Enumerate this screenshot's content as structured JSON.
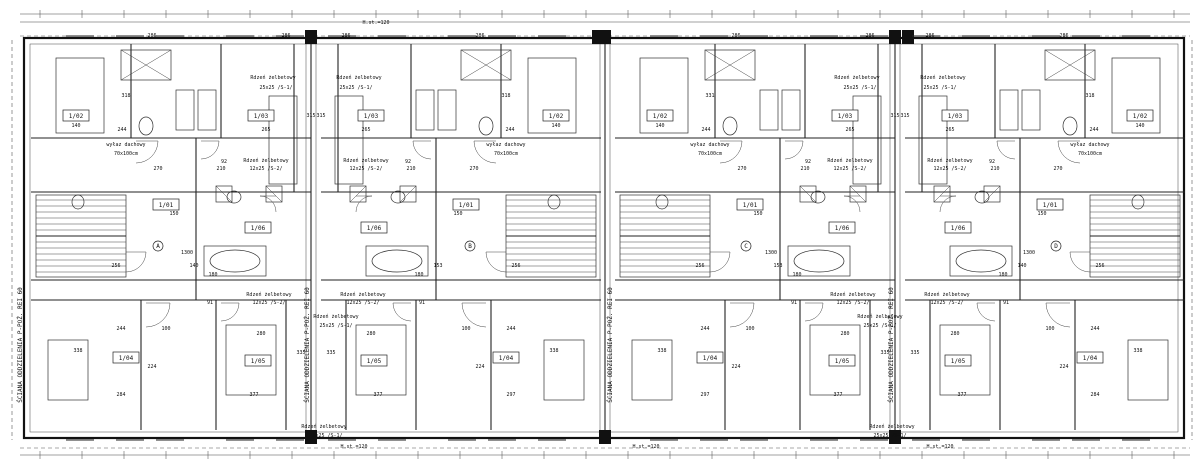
{
  "units": [
    {
      "mirror": false,
      "rooms": [
        {
          "id": "1/01",
          "area": "",
          "sx": 140,
          "sy": 207
        },
        {
          "id": "1/02",
          "area": "",
          "sx": 50,
          "sy": 118
        },
        {
          "id": "1/03",
          "area": "",
          "sx": 235,
          "sy": 118
        },
        {
          "id": "1/04",
          "area": "",
          "sx": 100,
          "sy": 360
        },
        {
          "id": "1/05",
          "area": "",
          "sx": 232,
          "sy": 363
        },
        {
          "id": "1/06",
          "area": "",
          "sx": 232,
          "sy": 230
        }
      ],
      "labels": [
        {
          "text": "wyłaz dachowy",
          "sx": 100,
          "sy": 146
        },
        {
          "text": "70x100cm",
          "sx": 100,
          "sy": 155
        },
        {
          "text": "Rdzeń żelbetowy",
          "sx": 240,
          "sy": 162
        },
        {
          "text": "12x25 /S-2/",
          "sx": 240,
          "sy": 170
        },
        {
          "text": "Rdzeń żelbetowy",
          "sx": 247,
          "sy": 79
        },
        {
          "text": "25x25 /S-1/",
          "sx": 250,
          "sy": 89
        },
        {
          "text": "Rdzeń żelbetowy",
          "sx": 243,
          "sy": 296
        },
        {
          "text": "12x25 /S-2/",
          "sx": 243,
          "sy": 304
        },
        {
          "text": "Rdzeń żelbetowy",
          "sx": 298,
          "sy": 428
        },
        {
          "text": "25x25 /S-1/",
          "sx": 300,
          "sy": 437
        }
      ],
      "dims": [
        {
          "t": "318",
          "sx": 100,
          "sy": 97
        },
        {
          "t": "244",
          "sx": 96,
          "sy": 131
        },
        {
          "t": "244",
          "sx": 95,
          "sy": 330
        },
        {
          "t": "284",
          "sx": 95,
          "sy": 396
        },
        {
          "t": "377",
          "sx": 228,
          "sy": 396
        },
        {
          "t": "265",
          "sx": 240,
          "sy": 131
        },
        {
          "t": "280",
          "sx": 235,
          "sy": 335
        },
        {
          "t": "256",
          "sx": 90,
          "sy": 267
        },
        {
          "t": "140",
          "sx": 168,
          "sy": 267
        },
        {
          "t": "140",
          "sx": 50,
          "sy": 127
        },
        {
          "t": "224",
          "sx": 126,
          "sy": 368
        },
        {
          "t": "338",
          "sx": 52,
          "sy": 352
        },
        {
          "t": "315",
          "sx": 285,
          "sy": 117
        },
        {
          "t": "335",
          "sx": 305,
          "sy": 354
        },
        {
          "t": "92",
          "sx": 198,
          "sy": 163
        },
        {
          "t": "270",
          "sx": 132,
          "sy": 170
        },
        {
          "t": "210",
          "sx": 195,
          "sy": 170
        },
        {
          "t": "150",
          "sx": 148,
          "sy": 215
        },
        {
          "t": "180",
          "sx": 187,
          "sy": 276
        },
        {
          "t": "1300",
          "sx": 161,
          "sy": 254
        },
        {
          "t": "91",
          "sx": 184,
          "sy": 304
        },
        {
          "t": "100",
          "sx": 140,
          "sy": 330
        }
      ],
      "top_marks": [
        {
          "t": "286",
          "sx": 126,
          "sy": 37
        },
        {
          "t": "286",
          "sx": 260,
          "sy": 37
        },
        {
          "t": "H.st.=120",
          "sx": 350,
          "sy": 24
        }
      ]
    },
    {
      "mirror": true,
      "rooms": [
        {
          "id": "1/01",
          "area": "",
          "sx": 140,
          "sy": 207
        },
        {
          "id": "1/02",
          "area": "",
          "sx": 50,
          "sy": 118
        },
        {
          "id": "1/03",
          "area": "",
          "sx": 235,
          "sy": 118
        },
        {
          "id": "1/04",
          "area": "",
          "sx": 100,
          "sy": 360
        },
        {
          "id": "1/05",
          "area": "",
          "sx": 232,
          "sy": 363
        },
        {
          "id": "1/06",
          "area": "",
          "sx": 232,
          "sy": 230
        }
      ],
      "labels": [
        {
          "text": "wyłaz dachowy",
          "sx": 100,
          "sy": 146
        },
        {
          "text": "70x100cm",
          "sx": 100,
          "sy": 155
        },
        {
          "text": "Rdzeń żelbetowy",
          "sx": 240,
          "sy": 162
        },
        {
          "text": "12x25 /S-2/",
          "sx": 240,
          "sy": 170
        },
        {
          "text": "Rdzeń żelbetowy",
          "sx": 247,
          "sy": 79
        },
        {
          "text": "25x25 /S-1/",
          "sx": 250,
          "sy": 89
        },
        {
          "text": "Rdzeń żelbetowy",
          "sx": 243,
          "sy": 296
        },
        {
          "text": "12x25 /S-2/",
          "sx": 243,
          "sy": 304
        },
        {
          "text": "Rdzeń żelbetowy",
          "sx": 270,
          "sy": 318
        },
        {
          "text": "25x25 /S-1/",
          "sx": 270,
          "sy": 327
        }
      ],
      "dims": [
        {
          "t": "318",
          "sx": 100,
          "sy": 97
        },
        {
          "t": "244",
          "sx": 96,
          "sy": 131
        },
        {
          "t": "244",
          "sx": 95,
          "sy": 330
        },
        {
          "t": "297",
          "sx": 95,
          "sy": 396
        },
        {
          "t": "377",
          "sx": 228,
          "sy": 396
        },
        {
          "t": "265",
          "sx": 240,
          "sy": 131
        },
        {
          "t": "280",
          "sx": 235,
          "sy": 335
        },
        {
          "t": "256",
          "sx": 90,
          "sy": 267
        },
        {
          "t": "153",
          "sx": 168,
          "sy": 267
        },
        {
          "t": "140",
          "sx": 50,
          "sy": 127
        },
        {
          "t": "224",
          "sx": 126,
          "sy": 368
        },
        {
          "t": "338",
          "sx": 52,
          "sy": 352
        },
        {
          "t": "315",
          "sx": 285,
          "sy": 117
        },
        {
          "t": "335",
          "sx": 305,
          "sy": 354
        },
        {
          "t": "92",
          "sx": 198,
          "sy": 163
        },
        {
          "t": "270",
          "sx": 132,
          "sy": 170
        },
        {
          "t": "210",
          "sx": 195,
          "sy": 170
        },
        {
          "t": "150",
          "sx": 148,
          "sy": 215
        },
        {
          "t": "180",
          "sx": 187,
          "sy": 276
        },
        {
          "t": "91",
          "sx": 184,
          "sy": 304
        },
        {
          "t": "100",
          "sx": 140,
          "sy": 330
        }
      ],
      "top_marks": [
        {
          "t": "286",
          "sx": 126,
          "sy": 37
        },
        {
          "t": "286",
          "sx": 260,
          "sy": 37
        }
      ]
    },
    {
      "mirror": false,
      "rooms": [
        {
          "id": "1/01",
          "area": "",
          "sx": 140,
          "sy": 207
        },
        {
          "id": "1/02",
          "area": "",
          "sx": 50,
          "sy": 118
        },
        {
          "id": "1/03",
          "area": "",
          "sx": 235,
          "sy": 118
        },
        {
          "id": "1/04",
          "area": "",
          "sx": 100,
          "sy": 360
        },
        {
          "id": "1/05",
          "area": "",
          "sx": 232,
          "sy": 363
        },
        {
          "id": "1/06",
          "area": "",
          "sx": 232,
          "sy": 230
        }
      ],
      "labels": [
        {
          "text": "wyłaz dachowy",
          "sx": 100,
          "sy": 146
        },
        {
          "text": "70x100cm",
          "sx": 100,
          "sy": 155
        },
        {
          "text": "Rdzeń żelbetowy",
          "sx": 240,
          "sy": 162
        },
        {
          "text": "12x25 /S-2/",
          "sx": 240,
          "sy": 170
        },
        {
          "text": "Rdzeń żelbetowy",
          "sx": 247,
          "sy": 79
        },
        {
          "text": "25x25 /S-1/",
          "sx": 250,
          "sy": 89
        },
        {
          "text": "Rdzeń żelbetowy",
          "sx": 243,
          "sy": 296
        },
        {
          "text": "12x25 /S-2/",
          "sx": 243,
          "sy": 304
        },
        {
          "text": "Rdzeń żelbetowy",
          "sx": 270,
          "sy": 318
        },
        {
          "text": "25x25 /S-1/",
          "sx": 270,
          "sy": 327
        }
      ],
      "dims": [
        {
          "t": "331",
          "sx": 100,
          "sy": 97
        },
        {
          "t": "244",
          "sx": 96,
          "sy": 131
        },
        {
          "t": "244",
          "sx": 95,
          "sy": 330
        },
        {
          "t": "297",
          "sx": 95,
          "sy": 396
        },
        {
          "t": "377",
          "sx": 228,
          "sy": 396
        },
        {
          "t": "265",
          "sx": 240,
          "sy": 131
        },
        {
          "t": "280",
          "sx": 235,
          "sy": 335
        },
        {
          "t": "256",
          "sx": 90,
          "sy": 267
        },
        {
          "t": "153",
          "sx": 168,
          "sy": 267
        },
        {
          "t": "140",
          "sx": 50,
          "sy": 127
        },
        {
          "t": "224",
          "sx": 126,
          "sy": 368
        },
        {
          "t": "338",
          "sx": 52,
          "sy": 352
        },
        {
          "t": "315",
          "sx": 285,
          "sy": 117
        },
        {
          "t": "335",
          "sx": 305,
          "sy": 354
        },
        {
          "t": "92",
          "sx": 198,
          "sy": 163
        },
        {
          "t": "270",
          "sx": 132,
          "sy": 170
        },
        {
          "t": "210",
          "sx": 195,
          "sy": 170
        },
        {
          "t": "150",
          "sx": 148,
          "sy": 215
        },
        {
          "t": "180",
          "sx": 187,
          "sy": 276
        },
        {
          "t": "1300",
          "sx": 161,
          "sy": 254
        },
        {
          "t": "91",
          "sx": 184,
          "sy": 304
        },
        {
          "t": "100",
          "sx": 140,
          "sy": 330
        }
      ],
      "top_marks": [
        {
          "t": "286",
          "sx": 126,
          "sy": 37
        },
        {
          "t": "286",
          "sx": 260,
          "sy": 37
        }
      ]
    },
    {
      "mirror": true,
      "rooms": [
        {
          "id": "1/01",
          "area": "",
          "sx": 140,
          "sy": 207
        },
        {
          "id": "1/02",
          "area": "",
          "sx": 50,
          "sy": 118
        },
        {
          "id": "1/03",
          "area": "",
          "sx": 235,
          "sy": 118
        },
        {
          "id": "1/04",
          "area": "",
          "sx": 100,
          "sy": 360
        },
        {
          "id": "1/05",
          "area": "",
          "sx": 232,
          "sy": 363
        },
        {
          "id": "1/06",
          "area": "",
          "sx": 232,
          "sy": 230
        }
      ],
      "labels": [
        {
          "text": "wyłaz dachowy",
          "sx": 100,
          "sy": 146
        },
        {
          "text": "70x100cm",
          "sx": 100,
          "sy": 155
        },
        {
          "text": "Rdzeń żelbetowy",
          "sx": 240,
          "sy": 162
        },
        {
          "text": "12x25 /S-2/",
          "sx": 240,
          "sy": 170
        },
        {
          "text": "Rdzeń żelbetowy",
          "sx": 247,
          "sy": 79
        },
        {
          "text": "25x25 /S-1/",
          "sx": 250,
          "sy": 89
        },
        {
          "text": "Rdzeń żelbetowy",
          "sx": 243,
          "sy": 296
        },
        {
          "text": "12x25 /S-2/",
          "sx": 243,
          "sy": 304
        },
        {
          "text": "Rdzeń żelbetowy",
          "sx": 298,
          "sy": 428
        },
        {
          "text": "25x25 /S-1/",
          "sx": 300,
          "sy": 437
        }
      ],
      "dims": [
        {
          "t": "318",
          "sx": 100,
          "sy": 97
        },
        {
          "t": "244",
          "sx": 96,
          "sy": 131
        },
        {
          "t": "244",
          "sx": 95,
          "sy": 330
        },
        {
          "t": "284",
          "sx": 95,
          "sy": 396
        },
        {
          "t": "377",
          "sx": 228,
          "sy": 396
        },
        {
          "t": "265",
          "sx": 240,
          "sy": 131
        },
        {
          "t": "280",
          "sx": 235,
          "sy": 335
        },
        {
          "t": "256",
          "sx": 90,
          "sy": 267
        },
        {
          "t": "140",
          "sx": 168,
          "sy": 267
        },
        {
          "t": "140",
          "sx": 50,
          "sy": 127
        },
        {
          "t": "224",
          "sx": 126,
          "sy": 368
        },
        {
          "t": "338",
          "sx": 52,
          "sy": 352
        },
        {
          "t": "315",
          "sx": 285,
          "sy": 117
        },
        {
          "t": "335",
          "sx": 305,
          "sy": 354
        },
        {
          "t": "92",
          "sx": 198,
          "sy": 163
        },
        {
          "t": "270",
          "sx": 132,
          "sy": 170
        },
        {
          "t": "210",
          "sx": 195,
          "sy": 170
        },
        {
          "t": "150",
          "sx": 148,
          "sy": 215
        },
        {
          "t": "180",
          "sx": 187,
          "sy": 276
        },
        {
          "t": "1300",
          "sx": 161,
          "sy": 254
        },
        {
          "t": "91",
          "sx": 184,
          "sy": 304
        },
        {
          "t": "100",
          "sx": 140,
          "sy": 330
        }
      ],
      "top_marks": [
        {
          "t": "286",
          "sx": 126,
          "sy": 37
        },
        {
          "t": "286",
          "sx": 260,
          "sy": 37
        }
      ]
    }
  ],
  "separating_wall_label": "ŚCIANA ODDZIELENIA P-POŻ. REI 60",
  "grid_markers": [
    "A",
    "B",
    "C",
    "D"
  ],
  "hatch": "H.st.=120"
}
